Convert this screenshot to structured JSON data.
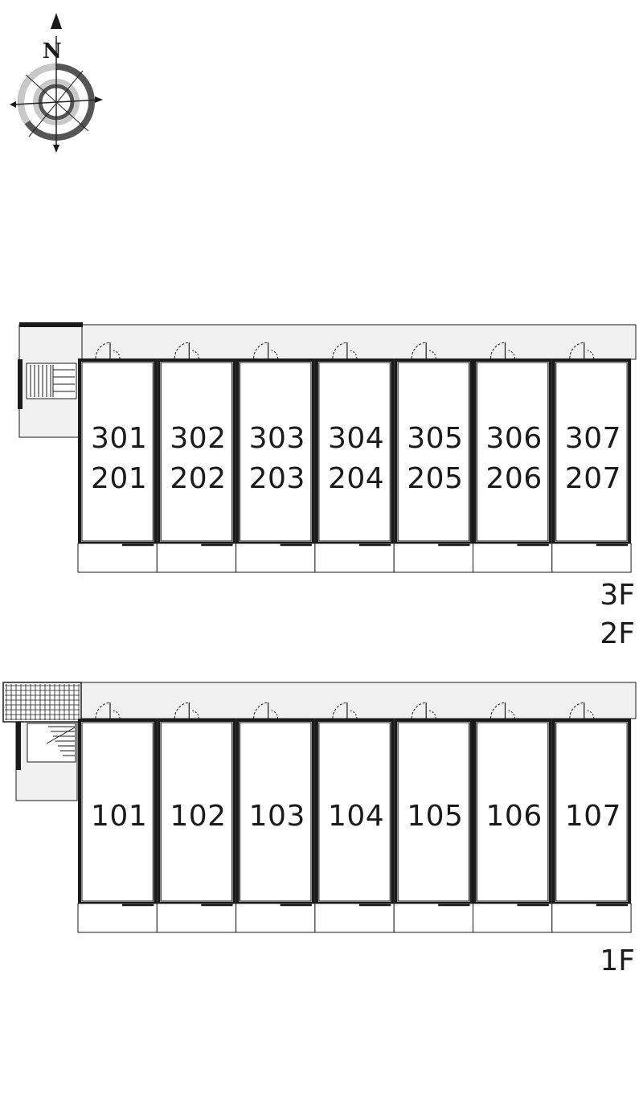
{
  "compass": {
    "north_label": "N",
    "icon": "compass-rose-icon"
  },
  "upper_floors": {
    "floor_labels": [
      "3F",
      "2F"
    ],
    "units": [
      {
        "upper": "301",
        "lower": "201"
      },
      {
        "upper": "302",
        "lower": "202"
      },
      {
        "upper": "303",
        "lower": "203"
      },
      {
        "upper": "304",
        "lower": "204"
      },
      {
        "upper": "305",
        "lower": "205"
      },
      {
        "upper": "306",
        "lower": "206"
      },
      {
        "upper": "307",
        "lower": "207"
      }
    ]
  },
  "ground_floor": {
    "floor_label": "1F",
    "units": [
      "101",
      "102",
      "103",
      "104",
      "105",
      "106",
      "107"
    ]
  },
  "colors": {
    "wall": "#1a1a1a",
    "corridor": "#f0f0f0",
    "compass_dark": "#555555",
    "compass_light": "#c8c8c8"
  }
}
